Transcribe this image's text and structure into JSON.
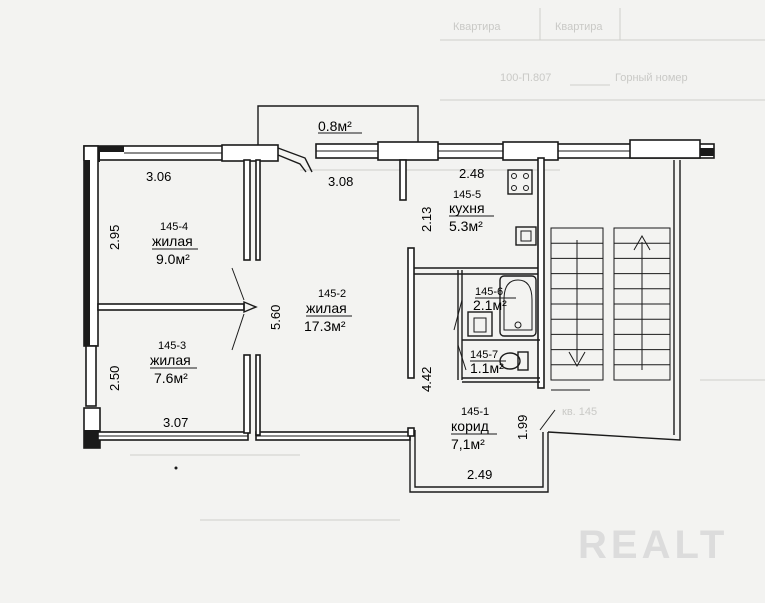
{
  "background": {
    "col_header_1": "Квартира",
    "col_header_2": "Квартира",
    "row_label": "Горный номер",
    "cell_value": "100-П.807",
    "faint_label": "кв. 145"
  },
  "balcony": {
    "area": "0.8м²"
  },
  "rooms": [
    {
      "code": "145-4",
      "type": "жилая",
      "area": "9.0м²"
    },
    {
      "code": "145-2",
      "type": "жилая",
      "area": "17.3м²"
    },
    {
      "code": "145-3",
      "type": "жилая",
      "area": "7.6м²"
    },
    {
      "code": "145-5",
      "type": "кухня",
      "area": "5.3м²"
    },
    {
      "code": "145-6",
      "type": "",
      "area": "2.1м²"
    },
    {
      "code": "145-7",
      "type": "",
      "area": "1.1м²"
    },
    {
      "code": "145-1",
      "type": "корид",
      "area": "7,1м²"
    }
  ],
  "dimensions": {
    "top_left_width": "3.06",
    "top_mid_width": "3.08",
    "kitchen_width": "2.48",
    "left_upper_height": "2.95",
    "left_lower_height": "2.50",
    "bottom_left_width": "3.07",
    "room2_height": "5.60",
    "kitchen_height": "2.13",
    "corridor_height": "4.42",
    "corridor_right_height": "1.99",
    "corridor_bottom_width": "2.49"
  },
  "colors": {
    "wall": "#1a1a1a",
    "paper": "#f3f3f1",
    "watermark": "#dcdcdc"
  },
  "watermark": "REALT"
}
